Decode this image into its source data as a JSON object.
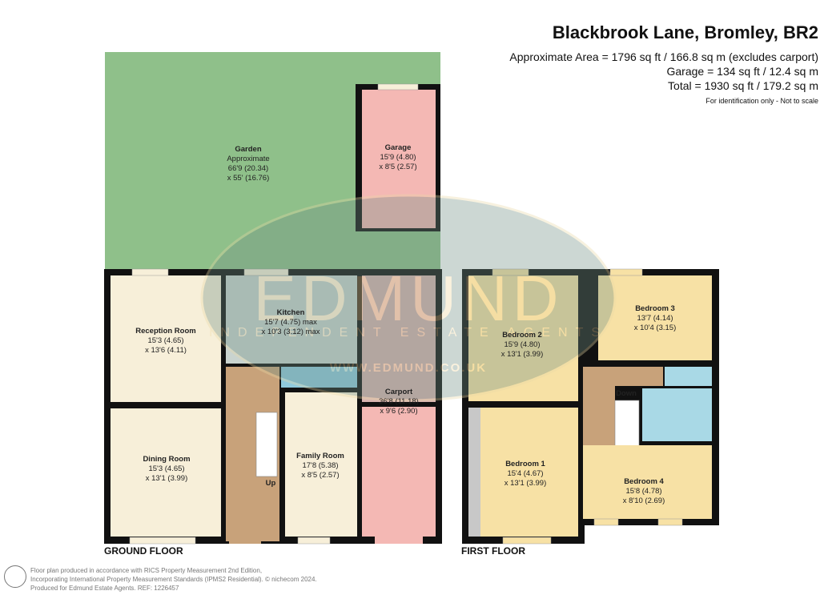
{
  "header": {
    "title": "Blackbrook Lane, Bromley, BR2",
    "area": "Approximate Area = 1796 sq ft / 166.8 sq m (excludes carport)",
    "garage_area": "Garage = 134 sq ft / 12.4 sq m",
    "total": "Total = 1930 sq ft / 179.2 sq m",
    "disclaimer": "For identification only - Not to scale"
  },
  "watermark": {
    "brand": "EDMUND",
    "tagline": "INDEPENDENT ESTATE AGENTS",
    "website": "WWW.EDMUND.CO.UK"
  },
  "ground_floor": {
    "label": "GROUND FLOOR",
    "rooms": {
      "garden": {
        "name": "Garden",
        "note": "Approximate",
        "dim1": "66'9 (20.34)",
        "dim2": "x 55' (16.76)"
      },
      "garage": {
        "name": "Garage",
        "dim1": "15'9 (4.80)",
        "dim2": "x 8'5 (2.57)"
      },
      "reception": {
        "name": "Reception Room",
        "dim1": "15'3 (4.65)",
        "dim2": "x 13'6 (4.11)"
      },
      "kitchen": {
        "name": "Kitchen",
        "dim1": "15'7 (4.75) max",
        "dim2": "x 10'3 (3.12) max"
      },
      "dining": {
        "name": "Dining Room",
        "dim1": "15'3 (4.65)",
        "dim2": "x 13'1 (3.99)"
      },
      "family": {
        "name": "Family Room",
        "dim1": "17'8 (5.38)",
        "dim2": "x 8'5 (2.57)"
      },
      "carport": {
        "name": "Carport",
        "dim1": "36'8 (11.18)",
        "dim2": "x 9'6 (2.90)"
      }
    },
    "stairs_label": "Up"
  },
  "first_floor": {
    "label": "FIRST FLOOR",
    "rooms": {
      "bedroom2": {
        "name": "Bedroom 2",
        "dim1": "15'9 (4.80)",
        "dim2": "x 13'1 (3.99)"
      },
      "bedroom3": {
        "name": "Bedroom 3",
        "dim1": "13'7 (4.14)",
        "dim2": "x 10'4 (3.15)"
      },
      "bedroom1": {
        "name": "Bedroom 1",
        "dim1": "15'4 (4.67)",
        "dim2": "x 13'1 (3.99)"
      },
      "bedroom4": {
        "name": "Bedroom 4",
        "dim1": "15'8 (4.78)",
        "dim2": "x 8'10 (2.69)"
      }
    },
    "stairs_label": "Down"
  },
  "footer": {
    "line1": "Floor plan produced in accordance with RICS Property Measurement 2nd Edition,",
    "line2": "Incorporating International Property Measurement Standards (IPMS2 Residential).   © nichecom 2024.",
    "line3": "Produced for Edmund Estate Agents.   REF:   1226457"
  },
  "colors": {
    "wall": "#111111",
    "garden": "#8fc08a",
    "garage": "#f4b8b4",
    "room": "#f7efd9",
    "kitchen": "#c9d3cf",
    "wc": "#8fc9dc",
    "hall": "#c8a27a",
    "bedroom": "#f7e1a5"
  }
}
